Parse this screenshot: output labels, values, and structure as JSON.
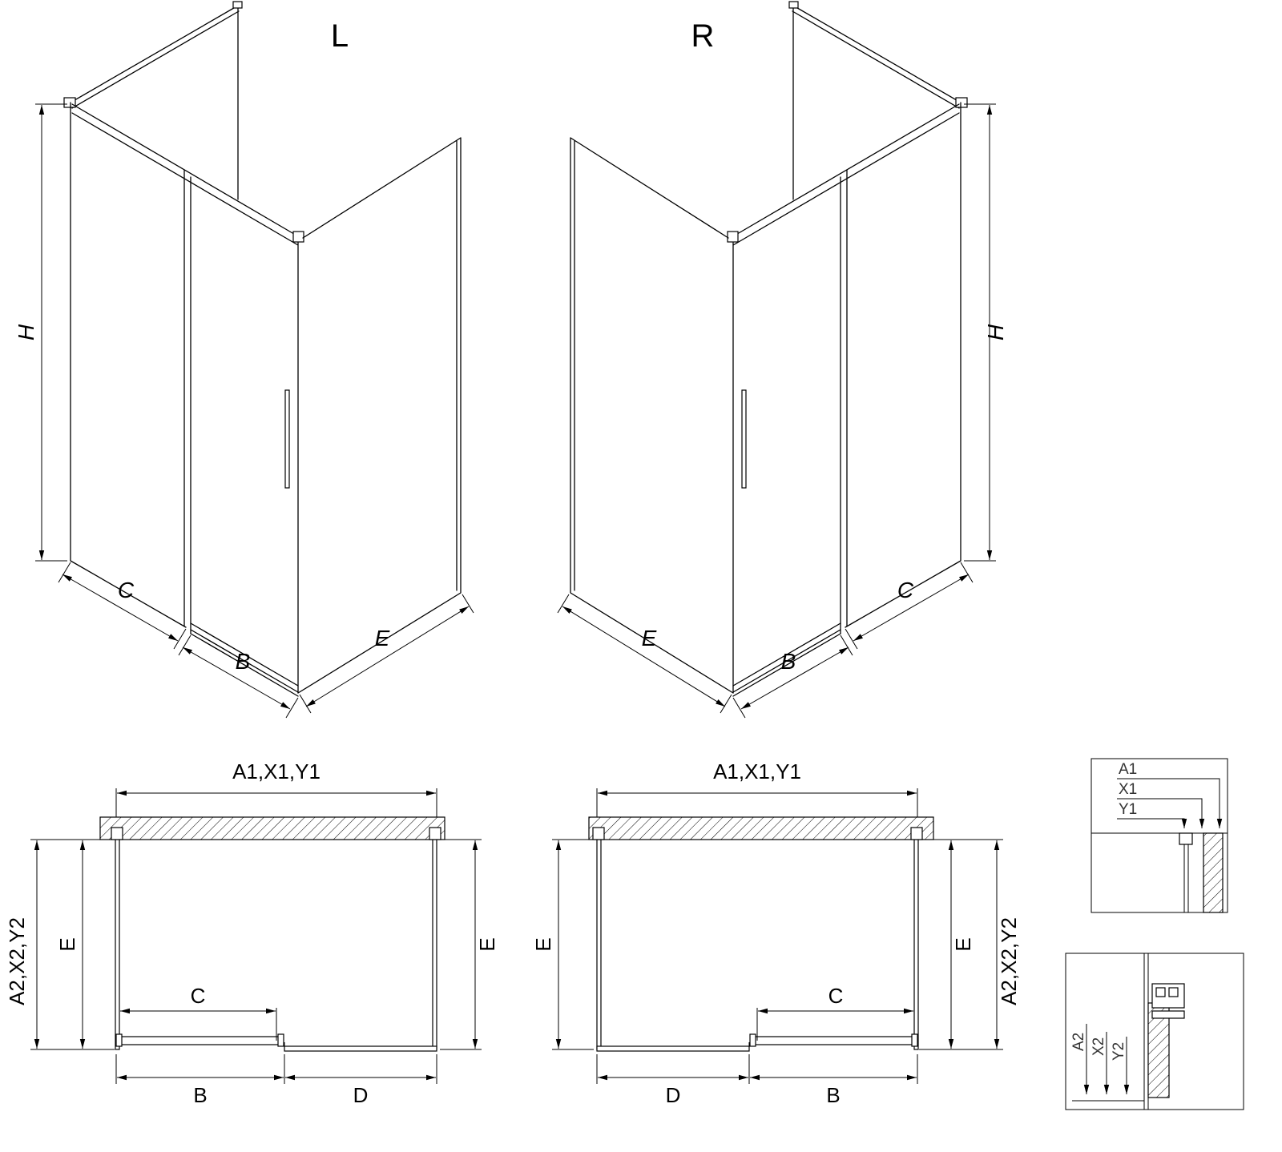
{
  "colors": {
    "line": "#000000",
    "background": "#ffffff",
    "detail_text": "#333333"
  },
  "iso_left": {
    "title": "L",
    "h": "H",
    "c": "C",
    "b": "B",
    "e": "E"
  },
  "iso_right": {
    "title": "R",
    "h": "H",
    "c": "C",
    "b": "B",
    "e": "E"
  },
  "plan_left": {
    "width": "A1,X1,Y1",
    "depth": "A2,X2,Y2",
    "e_left": "E",
    "e_right": "E",
    "c": "C",
    "b": "B",
    "d": "D"
  },
  "plan_right": {
    "width": "A1,X1,Y1",
    "depth": "A2,X2,Y2",
    "e_left": "E",
    "e_right": "E",
    "c": "C",
    "b": "B",
    "d": "D"
  },
  "detail_top": {
    "labels": [
      "A1",
      "X1",
      "Y1"
    ]
  },
  "detail_bottom": {
    "labels": [
      "A2",
      "X2",
      "Y2"
    ]
  }
}
